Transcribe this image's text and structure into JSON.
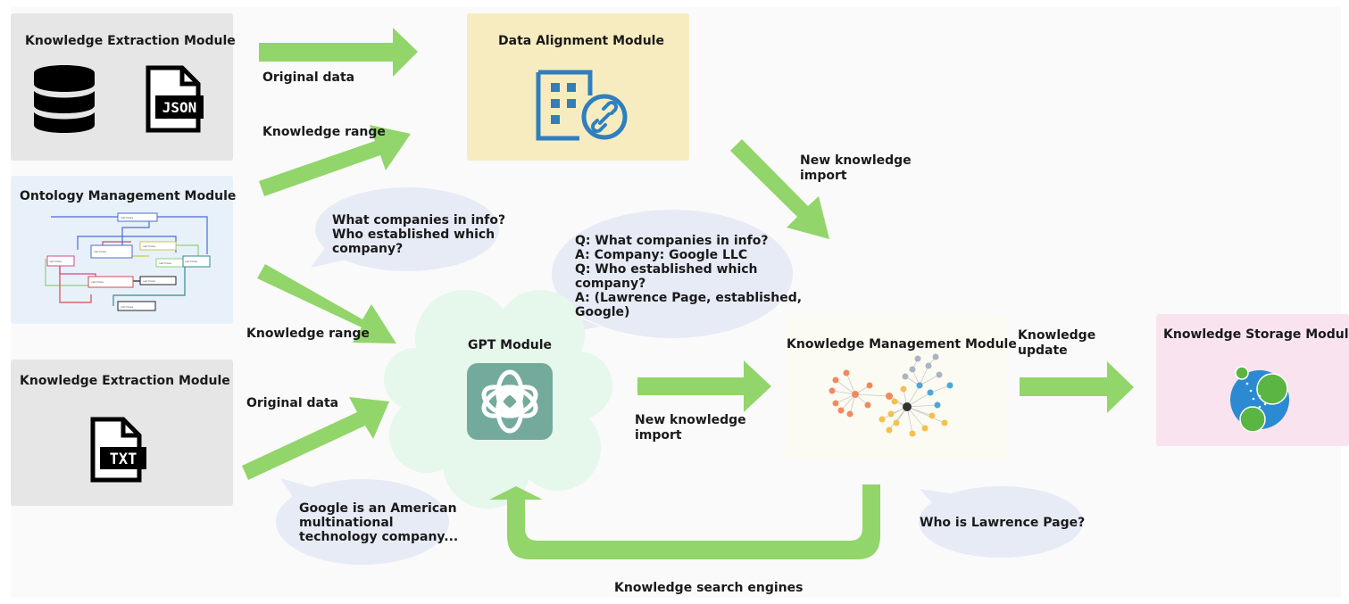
{
  "modules": {
    "extraction_top": {
      "title": "Knowledge Extraction Module",
      "icon_db": "database-icon",
      "icon_file": "json-file-icon",
      "file_label": "JSON"
    },
    "ontology": {
      "title": "Ontology Management Module"
    },
    "extraction_bottom": {
      "title": "Knowledge Extraction Module",
      "icon_file": "txt-file-icon",
      "file_label": "TXT"
    },
    "alignment": {
      "title": "Data Alignment Module",
      "icon": "building-link-icon"
    },
    "gpt": {
      "title": "GPT Module",
      "icon": "openai-logo-icon"
    },
    "management": {
      "title": "Knowledge Management Module",
      "icon": "knowledge-graph-icon"
    },
    "storage": {
      "title": "Knowledge Storage Module",
      "icon": "neo4j-logo-icon"
    }
  },
  "labels": {
    "original_data_top": "Original data",
    "knowledge_range_top": "Knowledge range",
    "knowledge_range_mid": "Knowledge range",
    "original_data_bottom": "Original data",
    "new_import_top": "New knowledge\nimport",
    "new_import_mid": "New knowledge\nimport",
    "knowledge_update": "Knowledge\nupdate",
    "search_engines": "Knowledge search engines"
  },
  "bubbles": {
    "question": "What companies in info?\nWho established which\ncompany?",
    "qa": "Q: What companies in info?\nA: Company: Google LLC\nQ: Who established which\ncompany?\nA: (Lawrence Page, established,\nGoogle)",
    "google": "Google is an American\nmultinational\ntechnology company...",
    "lawrence": "Who is Lawrence Page?"
  },
  "colors": {
    "arrow": "#92d56a",
    "extraction_bg": "#e6e6e6",
    "ontology_bg": "#e8f1fa",
    "alignment_bg": "#f7ecbf",
    "gpt_cloud": "#e6f7ec",
    "gpt_icon": "#74aa9c",
    "management_bg": "#fbfbf3",
    "storage_bg": "#f8e3ef",
    "bubble": "#e6ebf6",
    "alignment_icon": "#2f7fbf",
    "neo4j": "#2b8ad1",
    "neo4j_node": "#5bb543"
  }
}
